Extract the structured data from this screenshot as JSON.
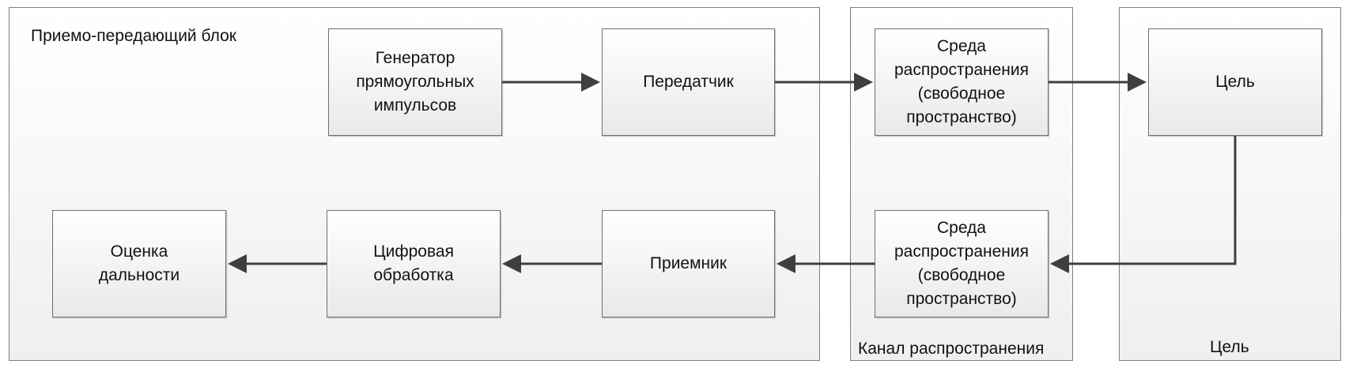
{
  "groups": {
    "transceiver": {
      "label": "Приемо-передающий блок"
    },
    "channel": {
      "label": "Канал распространения"
    },
    "target": {
      "label": "Цель"
    }
  },
  "blocks": {
    "generator": {
      "lines": [
        "Генератор",
        "прямоугольных",
        "импульсов"
      ]
    },
    "transmitter": {
      "lines": [
        "Передатчик"
      ]
    },
    "medium_forward": {
      "lines": [
        "Среда",
        "распространения",
        "(свободное",
        "пространство)"
      ]
    },
    "target": {
      "lines": [
        "Цель"
      ]
    },
    "medium_return": {
      "lines": [
        "Среда",
        "распространения",
        "(свободное",
        "пространство)"
      ]
    },
    "receiver": {
      "lines": [
        "Приемник"
      ]
    },
    "dsp": {
      "lines": [
        "Цифровая",
        "обработка"
      ]
    },
    "range_estimate": {
      "lines": [
        "Оценка",
        "дальности"
      ]
    }
  },
  "colors": {
    "arrow": "#3f3f3f",
    "border": "#7f7f7f"
  }
}
